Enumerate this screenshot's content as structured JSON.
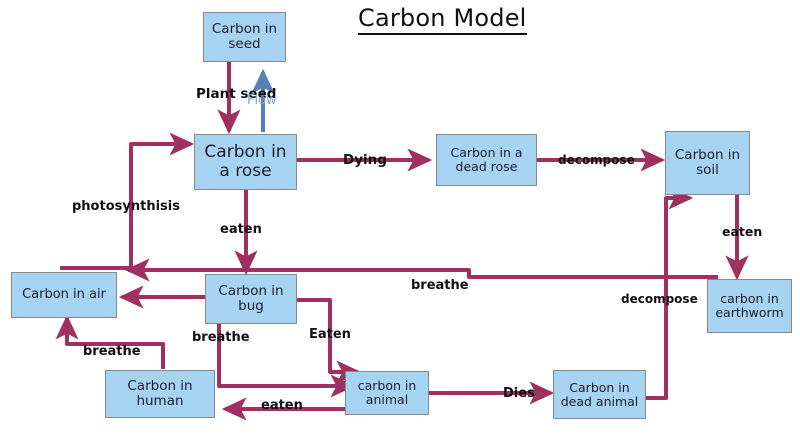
{
  "title": "Carbon Model",
  "colors": {
    "node_fill": "#a6d3f2",
    "node_border": "#8a8a8a",
    "arrow": "#a03060",
    "flow_arrow": "#5580b8",
    "flow_label": "#7fa6cf",
    "text": "#1b1b2e",
    "background": "#ffffff"
  },
  "nodes": [
    {
      "id": "seed",
      "label": "Carbon in\nseed",
      "line1": "Carbon in",
      "line2": "seed"
    },
    {
      "id": "rose",
      "label": "Carbon in\na rose",
      "line1": "Carbon in",
      "line2": "a rose"
    },
    {
      "id": "dead_rose",
      "label": "Carbon in a\ndead rose",
      "line1": "Carbon in a",
      "line2": "dead rose"
    },
    {
      "id": "soil",
      "label": "Carbon in\nsoil",
      "line1": "Carbon in",
      "line2": "soil"
    },
    {
      "id": "earthworm",
      "label": "carbon in\nearthworm",
      "line1": "carbon in",
      "line2": "earthworm"
    },
    {
      "id": "air",
      "label": "Carbon in air",
      "line1": "Carbon in air",
      "line2": ""
    },
    {
      "id": "bug",
      "label": "Carbon in\nbug",
      "line1": "Carbon in",
      "line2": "bug"
    },
    {
      "id": "human",
      "label": "Carbon in\nhuman",
      "line1": "Carbon in",
      "line2": "human"
    },
    {
      "id": "animal",
      "label": "carbon in\nanimal",
      "line1": "carbon in",
      "line2": "animal"
    },
    {
      "id": "dead_animal",
      "label": "Carbon in\ndead animal",
      "line1": "Carbon in",
      "line2": "dead animal"
    }
  ],
  "edge_labels": [
    {
      "id": "plant_seed",
      "text": "Plant seed"
    },
    {
      "id": "flow",
      "text": "Flow"
    },
    {
      "id": "dying",
      "text": "Dying"
    },
    {
      "id": "decompose_rose",
      "text": "decompose"
    },
    {
      "id": "eaten_soil",
      "text": "eaten"
    },
    {
      "id": "photosynthisis",
      "text": "photosynthisis"
    },
    {
      "id": "eaten_rose",
      "text": "eaten"
    },
    {
      "id": "breathe_right",
      "text": "breathe"
    },
    {
      "id": "decompose_animal",
      "text": "decompose"
    },
    {
      "id": "breathe_bug",
      "text": "breathe"
    },
    {
      "id": "eaten_bug",
      "text": "Eaten"
    },
    {
      "id": "breathe_human",
      "text": "breathe"
    },
    {
      "id": "eaten_human",
      "text": "eaten"
    },
    {
      "id": "dies",
      "text": "Dies"
    }
  ]
}
